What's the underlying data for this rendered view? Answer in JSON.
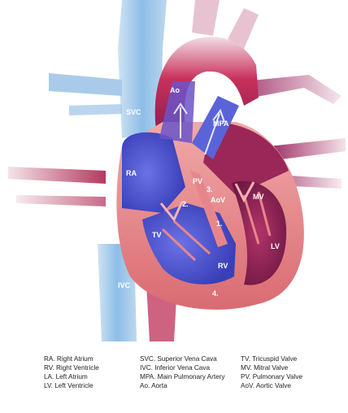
{
  "diagram": {
    "labels": {
      "ao": "Ao",
      "svc": "SVC",
      "mpa": "MPA",
      "ra": "RA",
      "pv": "PV",
      "step3": "3.",
      "aov": "AoV",
      "mv": "MV",
      "step2": "2.",
      "step1": "1.",
      "tv": "TV",
      "lv": "LV",
      "rv": "RV",
      "ivc": "IVC",
      "step4": "4."
    }
  },
  "legend": {
    "col1": [
      "RA. Right Atrium",
      "RV. Right Ventricle",
      "LA. Left Atrium",
      "LV. Left Ventricle"
    ],
    "col2": [
      "SVC. Superior Vena Cava",
      "IVC. Inferior Vena Cava",
      "MPA. Main Pulmonary Artery",
      "Ao. Aorta"
    ],
    "col3": [
      "TV. Tricuspid Valve",
      "MV. Mitral Valve",
      "PV. Pulmonary Valve",
      "AoV.  Aortic Valve"
    ]
  },
  "colors": {
    "deoxygenated": "#4a5bd6",
    "oxygenated": "#b3244a",
    "muscle": "#e7868a",
    "vein": "#7fb4de"
  }
}
